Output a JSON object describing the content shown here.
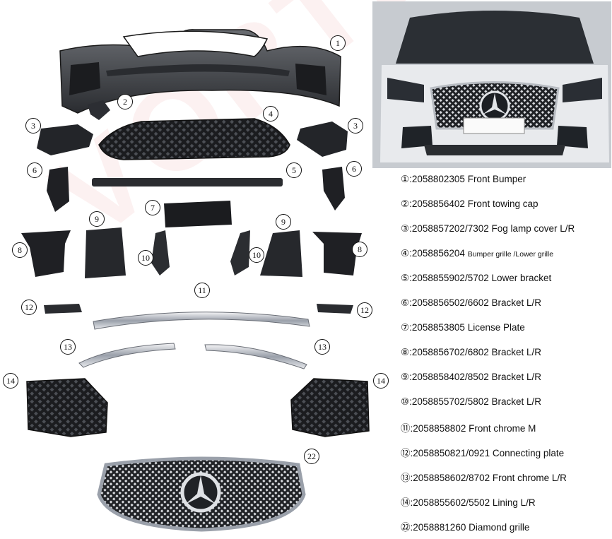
{
  "watermark": "VORTEX",
  "callouts": [
    {
      "id": "c1",
      "text": "1"
    },
    {
      "id": "c2",
      "text": "2"
    },
    {
      "id": "c3a",
      "text": "3"
    },
    {
      "id": "c3b",
      "text": "3"
    },
    {
      "id": "c4",
      "text": "4"
    },
    {
      "id": "c5",
      "text": "5"
    },
    {
      "id": "c6a",
      "text": "6"
    },
    {
      "id": "c6b",
      "text": "6"
    },
    {
      "id": "c7",
      "text": "7"
    },
    {
      "id": "c8a",
      "text": "8"
    },
    {
      "id": "c8b",
      "text": "8"
    },
    {
      "id": "c9a",
      "text": "9"
    },
    {
      "id": "c9b",
      "text": "9"
    },
    {
      "id": "c10a",
      "text": "10"
    },
    {
      "id": "c10b",
      "text": "10"
    },
    {
      "id": "c11",
      "text": "11"
    },
    {
      "id": "c12a",
      "text": "12"
    },
    {
      "id": "c12b",
      "text": "12"
    },
    {
      "id": "c13a",
      "text": "13"
    },
    {
      "id": "c13b",
      "text": "13"
    },
    {
      "id": "c14a",
      "text": "14"
    },
    {
      "id": "c14b",
      "text": "14"
    },
    {
      "id": "c22",
      "text": "22"
    }
  ],
  "parts_list": [
    {
      "num": "①",
      "text": ":2058802305 Front Bumper"
    },
    {
      "num": "②",
      "text": ":2058856402 Front towing cap"
    },
    {
      "num": "③",
      "text": ":2058857202/7302 Fog lamp cover L/R"
    },
    {
      "num": "④",
      "text": ":2058856204 ",
      "small": "Bumper grille /Lower grille"
    },
    {
      "num": "⑤",
      "text": ":2058855902/5702 Lower bracket"
    },
    {
      "num": "⑥",
      "text": ":2058856502/6602 Bracket L/R"
    },
    {
      "num": "⑦",
      "text": ":2058853805 License Plate"
    },
    {
      "num": "⑧",
      "text": ":2058856702/6802 Bracket L/R"
    },
    {
      "num": "⑨",
      "text": ":2058858402/8502 Bracket L/R"
    },
    {
      "num": "⑩",
      "text": ":2058855702/5802 Bracket L/R"
    },
    {
      "num": "⑪",
      "text": ":2058858802 Front chrome  M"
    },
    {
      "num": "⑫",
      "text": ":2058850821/0921 Connecting plate"
    },
    {
      "num": "⑬",
      "text": ":2058858602/8702 Front chrome L/R"
    },
    {
      "num": "⑭",
      "text": ":2058855602/5502 Lining L/R"
    },
    {
      "num": "㉒",
      "text": ":2058881260 Diamond grille"
    }
  ]
}
